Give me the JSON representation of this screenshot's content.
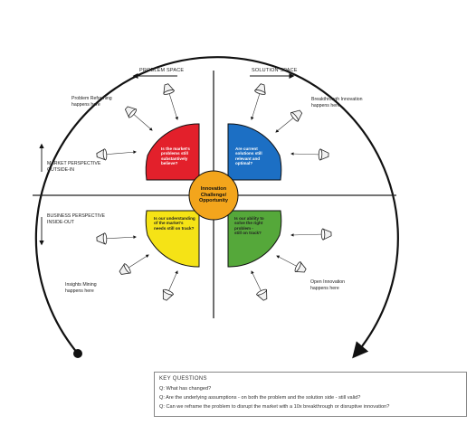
{
  "axis_labels": {
    "problem_space": "PROBLEM SPACE",
    "solution_space": "SOLUTION SPACE"
  },
  "perspectives": {
    "market": [
      "MARKET PERSPECTIVE",
      "OUTSIDE-IN"
    ],
    "business": [
      "BUSINESS PERSPECTIVE",
      "INSIDE-OUT"
    ]
  },
  "quadrant_labels": {
    "top_left": [
      "Problem Reframing",
      "happens here"
    ],
    "top_right": [
      "Breakthrough Innovation",
      "happens here"
    ],
    "bottom_left": [
      "Insights Mining",
      "happens here"
    ],
    "bottom_right": [
      "Open Innovation",
      "happens here"
    ]
  },
  "quadrant_questions": {
    "red": [
      "Is the market's",
      "problems still",
      "substantively",
      "believe?"
    ],
    "blue": [
      "Are current",
      "solutions still",
      "relevant and",
      "optimal?"
    ],
    "yellow": [
      "Is our understanding",
      "of the market's",
      "needs still on track?"
    ],
    "green": [
      "Is our ability to",
      "solve the right",
      "problem -",
      "still on track?"
    ]
  },
  "center": [
    "Innovation",
    "Challenge/",
    "Opportunity"
  ],
  "colors": {
    "red": "#e3202b",
    "blue": "#1c6fc4",
    "yellow": "#f5e316",
    "green": "#55a83a",
    "center": "#f3a51c"
  },
  "key_questions": {
    "title": "KEY QUESTIONS",
    "lines": [
      "Q: What has changed?",
      "Q: Are the underlying assumptions - on both the problem and the solution side - still valid?",
      "Q: Can we reframe the problem to disrupt the market with a 10x breakthrough or disruptive innovation?"
    ]
  }
}
